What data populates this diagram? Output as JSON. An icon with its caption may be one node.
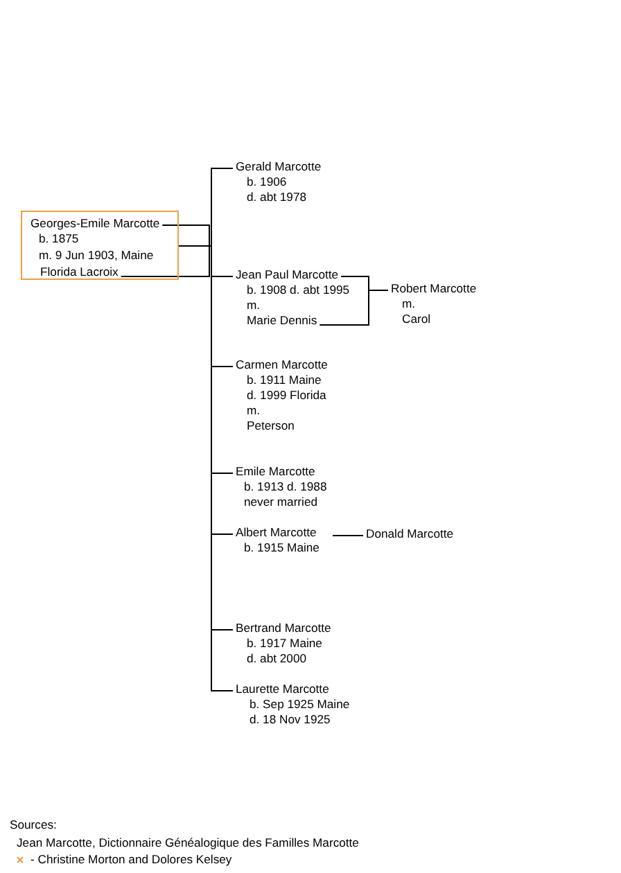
{
  "diagram": {
    "nodes": [
      {
        "text": [
          "Georges-Emile Marcotte",
          "b. 1875",
          "m.  9 Jun 1903, Maine",
          "Florida Lacroix"
        ]
      },
      {
        "text": [
          "Gerald Marcotte",
          "b. 1906",
          "d. abt 1978"
        ]
      },
      {
        "text": [
          "Jean Paul Marcotte",
          "b. 1908   d. abt 1995",
          "m.",
          "Marie Dennis"
        ]
      },
      {
        "text": [
          "Robert Marcotte",
          "m.",
          "Carol"
        ]
      },
      {
        "text": [
          "Carmen Marcotte",
          "b. 1911 Maine",
          "d. 1999 Florida",
          "m.",
          "Peterson"
        ]
      },
      {
        "text": [
          "Emile Marcotte",
          "b. 1913  d. 1988",
          "never married"
        ]
      },
      {
        "text": [
          "Albert Marcotte",
          "b. 1915 Maine"
        ]
      },
      {
        "text": [
          "Donald Marcotte"
        ]
      },
      {
        "text": [
          "Bertrand Marcotte",
          "b. 1917 Maine",
          "d. abt 2000"
        ]
      },
      {
        "text": [
          "Laurette Marcotte",
          "b. Sep 1925 Maine",
          "d. 18 Nov 1925"
        ]
      }
    ],
    "edges": [
      {
        "from": 0,
        "to": 1,
        "arrow": "none"
      },
      {
        "from": 0,
        "to": 2,
        "arrow": "none"
      },
      {
        "from": 2,
        "to": 3,
        "arrow": "none"
      },
      {
        "from": 0,
        "to": 4,
        "arrow": "none"
      },
      {
        "from": 0,
        "to": 5,
        "arrow": "none"
      },
      {
        "from": 0,
        "to": 6,
        "arrow": "none"
      },
      {
        "from": 6,
        "to": 7,
        "arrow": "none"
      },
      {
        "from": 0,
        "to": 8,
        "arrow": "none"
      },
      {
        "from": 0,
        "to": 9,
        "arrow": "none"
      }
    ],
    "labels": [
      "Sources:",
      "Jean Marcotte, Dictionnaire Généalogique des Familles Marcotte",
      "- Christine Morton and Dolores Kelsey"
    ]
  }
}
